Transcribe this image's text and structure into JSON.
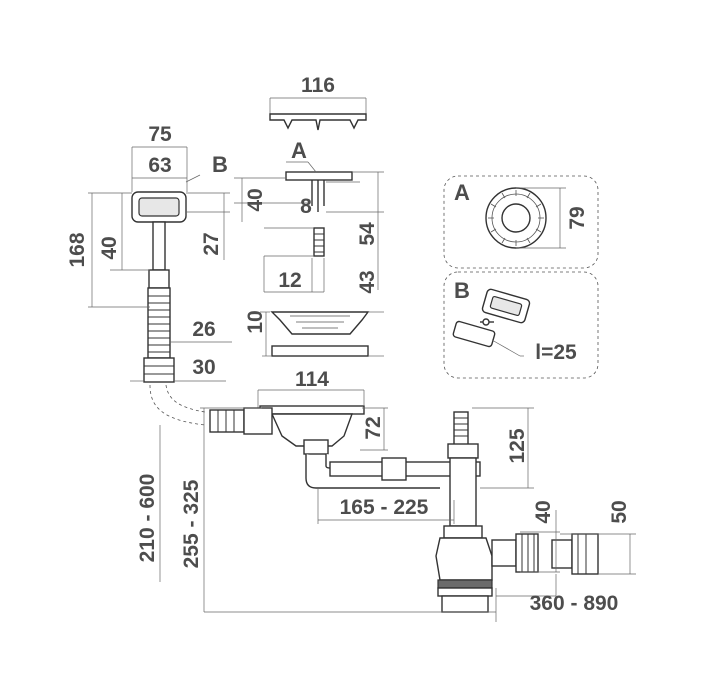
{
  "labels": {
    "d116": "116",
    "d75": "75",
    "d63": "63",
    "letterB_top": "B",
    "letterA_top": "A",
    "d168": "168",
    "d40_left": "40",
    "d27": "27",
    "d40_mid": "40",
    "d8": "8",
    "d54": "54",
    "d12": "12",
    "d43": "43",
    "d10": "10",
    "d26": "26",
    "d30": "30",
    "d114": "114",
    "d72": "72",
    "d125": "125",
    "d165_225": "165 - 225",
    "d210_600": "210 - 600",
    "d255_325": "255 - 325",
    "d40_right": "40",
    "d50": "50",
    "d360_890": "360 - 890"
  },
  "insets": {
    "a": {
      "letter": "A",
      "value": "79"
    },
    "b": {
      "letter": "B",
      "value": "l=25"
    }
  }
}
